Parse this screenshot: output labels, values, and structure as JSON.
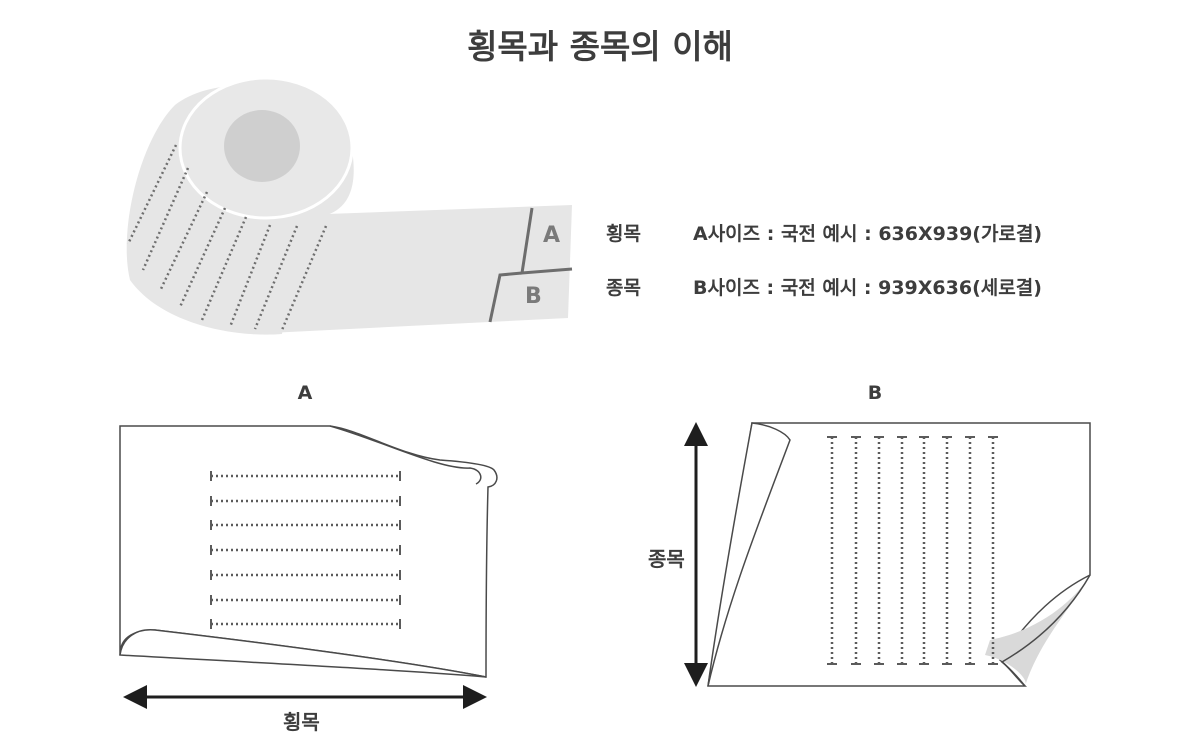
{
  "title": "횡목과 종목의 이해",
  "roll": {
    "tag_a": "A",
    "tag_b": "B"
  },
  "legend": [
    {
      "term": "횡목",
      "desc": "A사이즈 : 국전 예시 : 636X939(가로결)"
    },
    {
      "term": "종목",
      "desc": "B사이즈 : 국전 예시 : 939X636(세로결)"
    }
  ],
  "panel_a": {
    "title": "A",
    "axis_label": "횡목"
  },
  "panel_b": {
    "title": "B",
    "axis_label": "종목"
  },
  "colors": {
    "paper_fill": "#e6e6e6",
    "stroke": "#5b5b5b",
    "seam": "#8a8a8a",
    "text": "#3d3d3d"
  }
}
